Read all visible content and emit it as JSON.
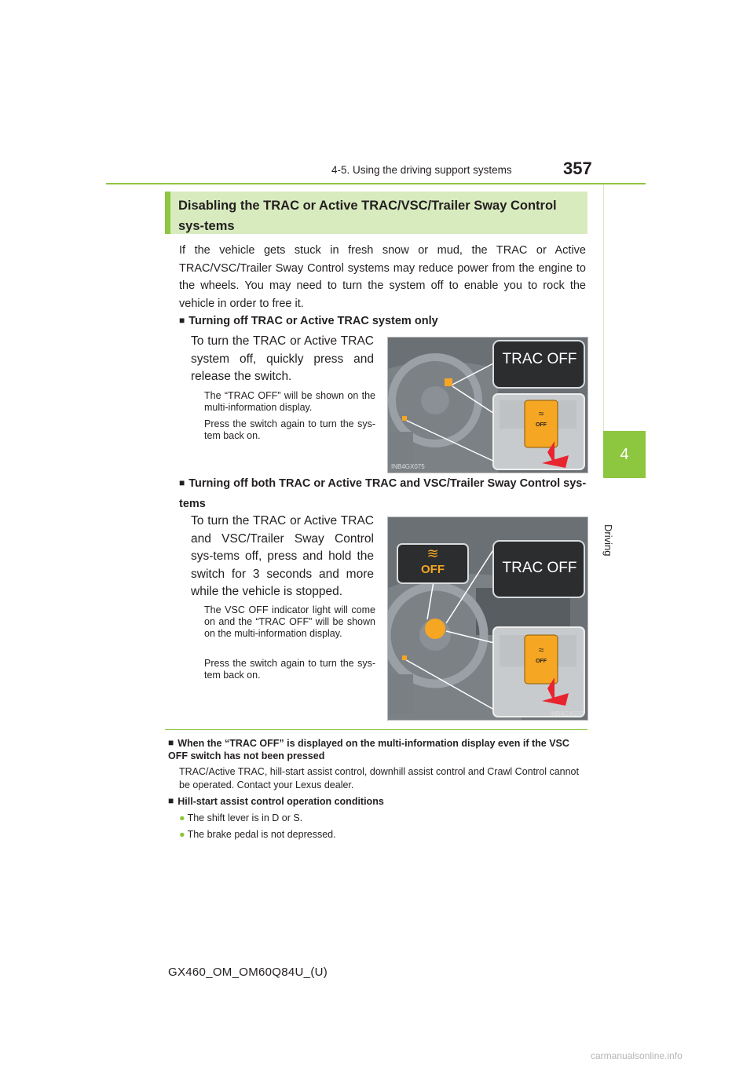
{
  "header": {
    "section": "4-5. Using the driving support systems",
    "page_number": "357"
  },
  "side_tab": {
    "chapter": "4",
    "label": "Driving"
  },
  "title": "Disabling the TRAC or Active TRAC/VSC/Trailer Sway Control sys-tems",
  "intro": "If the vehicle gets stuck in fresh snow or mud, the TRAC or Active TRAC/VSC/Trailer Sway Control systems may reduce power from the engine to the wheels. You may need to turn the system off to enable you to rock the vehicle in order to free it.",
  "sections": [
    {
      "heading": "Turning off TRAC or Active TRAC system only",
      "instruction": "To turn the TRAC or Active TRAC system off, quickly press and release the switch.",
      "notes": [
        "The “TRAC OFF” will be shown on the multi-information display.",
        "Press the switch again to turn the sys-tem back on."
      ],
      "figure": {
        "display_text": "TRAC OFF",
        "switch_text": "OFF",
        "code": "INB4GX075"
      }
    },
    {
      "heading": "Turning off both TRAC or Active TRAC and VSC/Trailer Sway Control sys-tems",
      "instruction": "To turn the TRAC or Active TRAC and VSC/Trailer Sway Control sys-tems off, press and hold the switch for 3 seconds and more while the vehicle is stopped.",
      "notes": [
        "The VSC OFF indicator light will come on and the “TRAC OFF” will be shown on the multi-information display.",
        "Press the switch again to turn the sys-tem back on."
      ],
      "figure": {
        "display_text": "TRAC OFF",
        "indicator_text": "OFF",
        "switch_text": "OFF",
        "code": "INB4GX076"
      }
    }
  ],
  "info": [
    {
      "heading": "When the “TRAC OFF” is displayed on the multi-information display even if the VSC OFF switch has not been pressed",
      "text": "TRAC/Active TRAC, hill-start assist control, downhill assist control and Crawl Control cannot be operated. Contact your Lexus dealer."
    },
    {
      "heading": "Hill-start assist control operation conditions",
      "bullets": [
        "The shift lever is in D or S.",
        "The brake pedal is not depressed."
      ]
    }
  ],
  "footer": "GX460_OM_OM60Q84U_(U)",
  "watermark": "carmanualsonline.info",
  "colors": {
    "accent": "#8dc63f",
    "title_bg": "#d8ebbf",
    "button_orange": "#f5a623",
    "arrow_red": "#e8242f"
  }
}
